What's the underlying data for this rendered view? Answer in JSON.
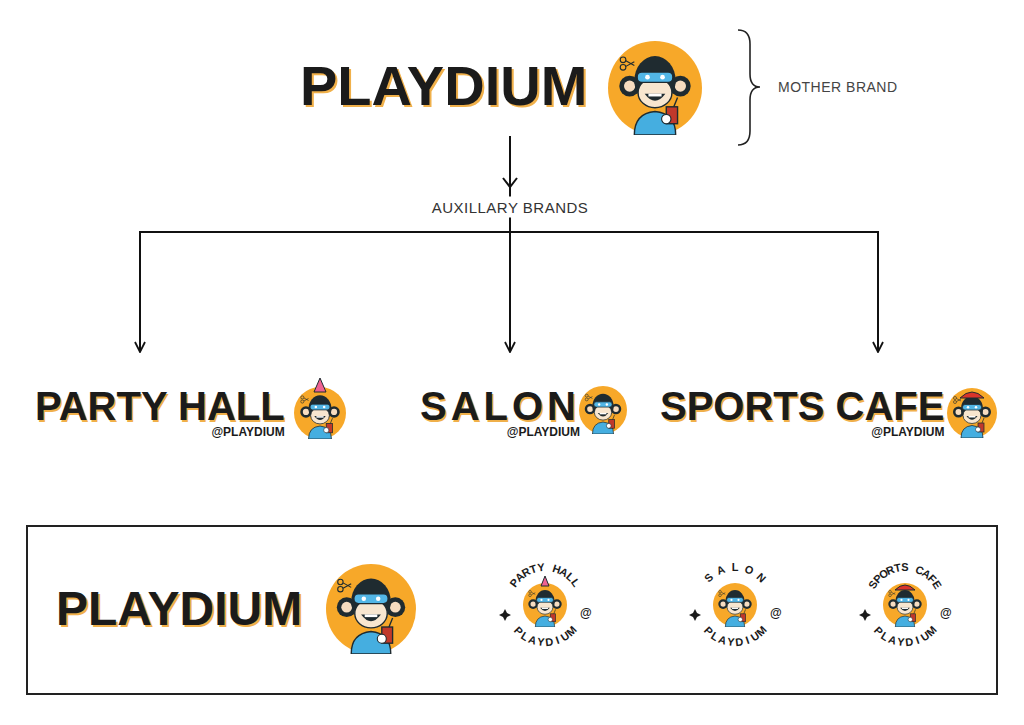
{
  "diagram": {
    "nodes": [
      {
        "text": [
          "PLAYDIUM"
        ]
      },
      {
        "text": [
          "PARTY HALL",
          "@PLAYDIUM"
        ]
      },
      {
        "text": [
          "SALON",
          "@PLAYDIUM"
        ]
      },
      {
        "text": [
          "SPORTS CAFE",
          "@PLAYDIUM"
        ]
      },
      {
        "text": []
      },
      {
        "text": [
          "PLAYDIUM"
        ],
        "in": 4
      },
      {
        "text": [
          "PARTY HALL",
          "@",
          "PLAYDIUM"
        ],
        "in": 4
      },
      {
        "text": [
          "SALON",
          "@",
          "PLAYDIUM"
        ],
        "in": 4
      },
      {
        "text": [
          "SPORTS CAFE",
          "@",
          "PLAYDIUM"
        ],
        "in": 4
      }
    ],
    "edges": [
      {
        "from": 0,
        "to": 1,
        "arrow": "to"
      },
      {
        "from": 0,
        "to": 2,
        "label": "AUXILLARY BRANDS",
        "arrow": "to"
      },
      {
        "from": 0,
        "to": 3,
        "arrow": "to"
      }
    ],
    "labels": [
      "MOTHER BRAND"
    ]
  }
}
